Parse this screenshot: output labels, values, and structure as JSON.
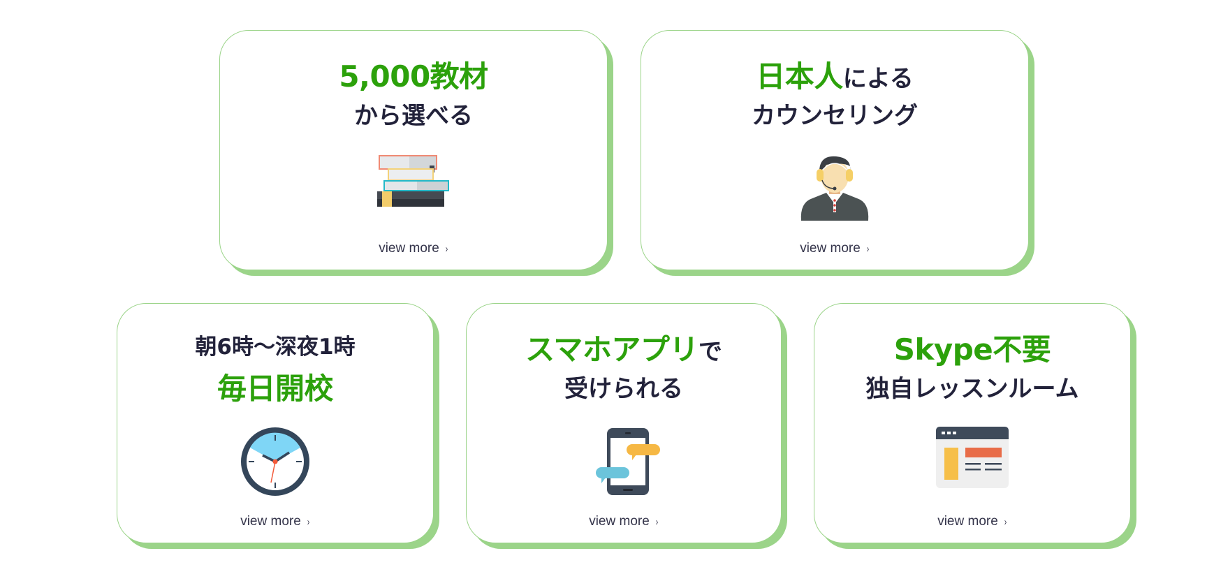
{
  "cards": [
    {
      "line1_green": "5,000教材",
      "line2_dark": "から選べる",
      "icon": "books-icon",
      "link": "view more",
      "arrow": "›"
    },
    {
      "line1_green": "日本人",
      "line1_dark": "による",
      "line2_dark": "カウンセリング",
      "icon": "counselor-headset-icon",
      "link": "view more",
      "arrow": "›"
    },
    {
      "line1_dark": "朝6時〜深夜1時",
      "line2_green": "毎日開校",
      "icon": "clock-icon",
      "link": "view more",
      "arrow": "›"
    },
    {
      "line1_green": "スマホアプリ",
      "line1_dark": "で",
      "line2_dark": "受けられる",
      "icon": "smartphone-chat-icon",
      "link": "view more",
      "arrow": "›"
    },
    {
      "line1_green": "Skype不要",
      "line2_dark": "独自レッスンルーム",
      "icon": "browser-window-icon",
      "link": "view more",
      "arrow": "›"
    }
  ],
  "colors": {
    "accent_green": "#2ca10b",
    "border_green": "#9bd489",
    "text_dark": "#22223a"
  }
}
